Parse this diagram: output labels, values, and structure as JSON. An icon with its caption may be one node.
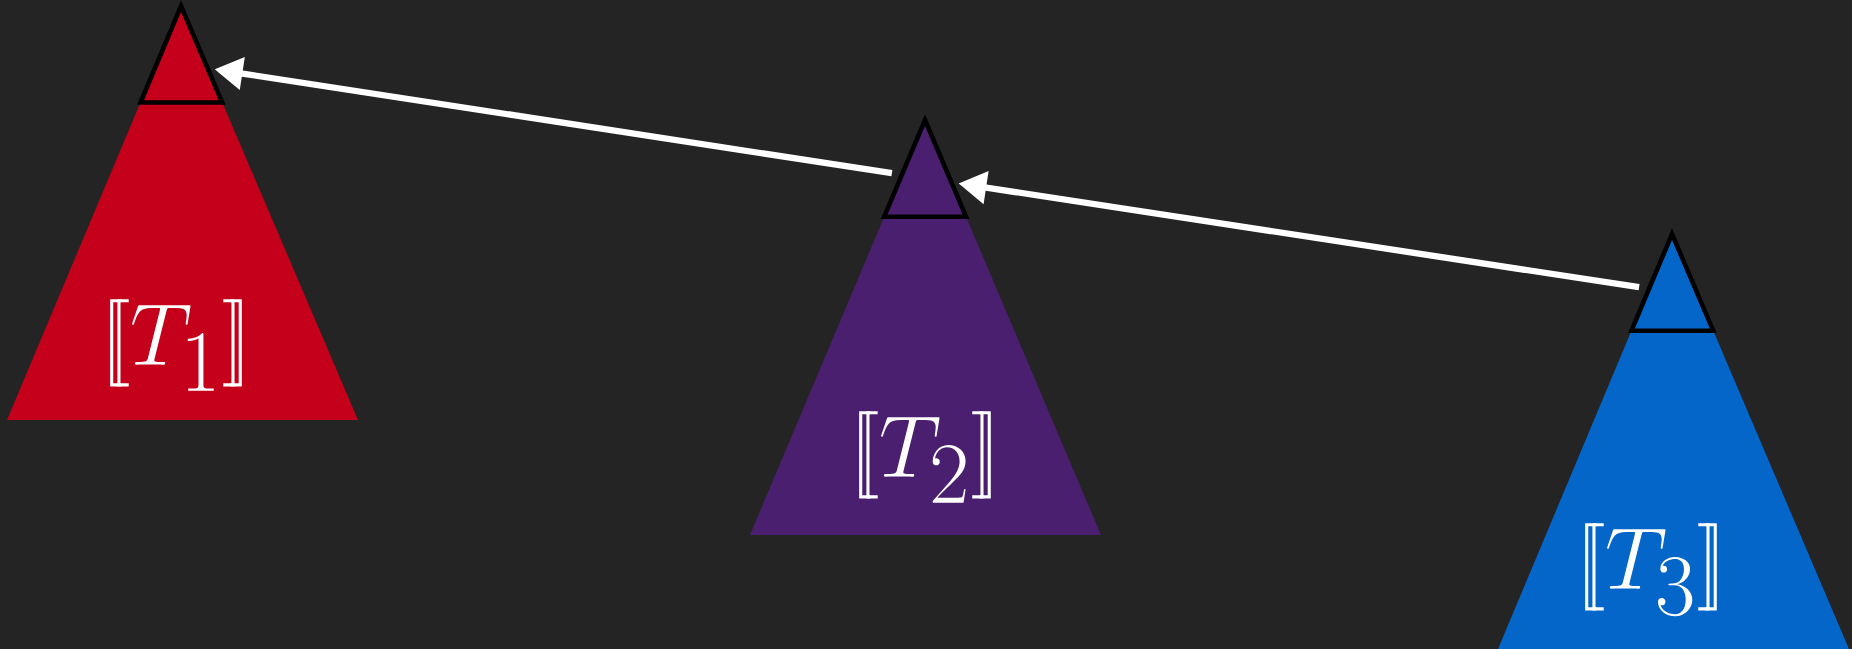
{
  "diagram": {
    "nodes": [
      {
        "text": [
          "[\\![T_1]\\!]"
        ]
      },
      {
        "text": [],
        "shape": "triangle",
        "in": 0
      },
      {
        "text": [
          "[\\![T_2]\\!]"
        ]
      },
      {
        "text": [],
        "shape": "triangle",
        "in": 2
      },
      {
        "text": [
          "[\\![T_3]\\!]"
        ]
      },
      {
        "text": [],
        "shape": "triangle",
        "in": 4
      }
    ],
    "edges": [
      {
        "from": 5,
        "to": 3,
        "arrow": "to"
      },
      {
        "from": 3,
        "to": 1,
        "arrow": "to"
      }
    ]
  }
}
